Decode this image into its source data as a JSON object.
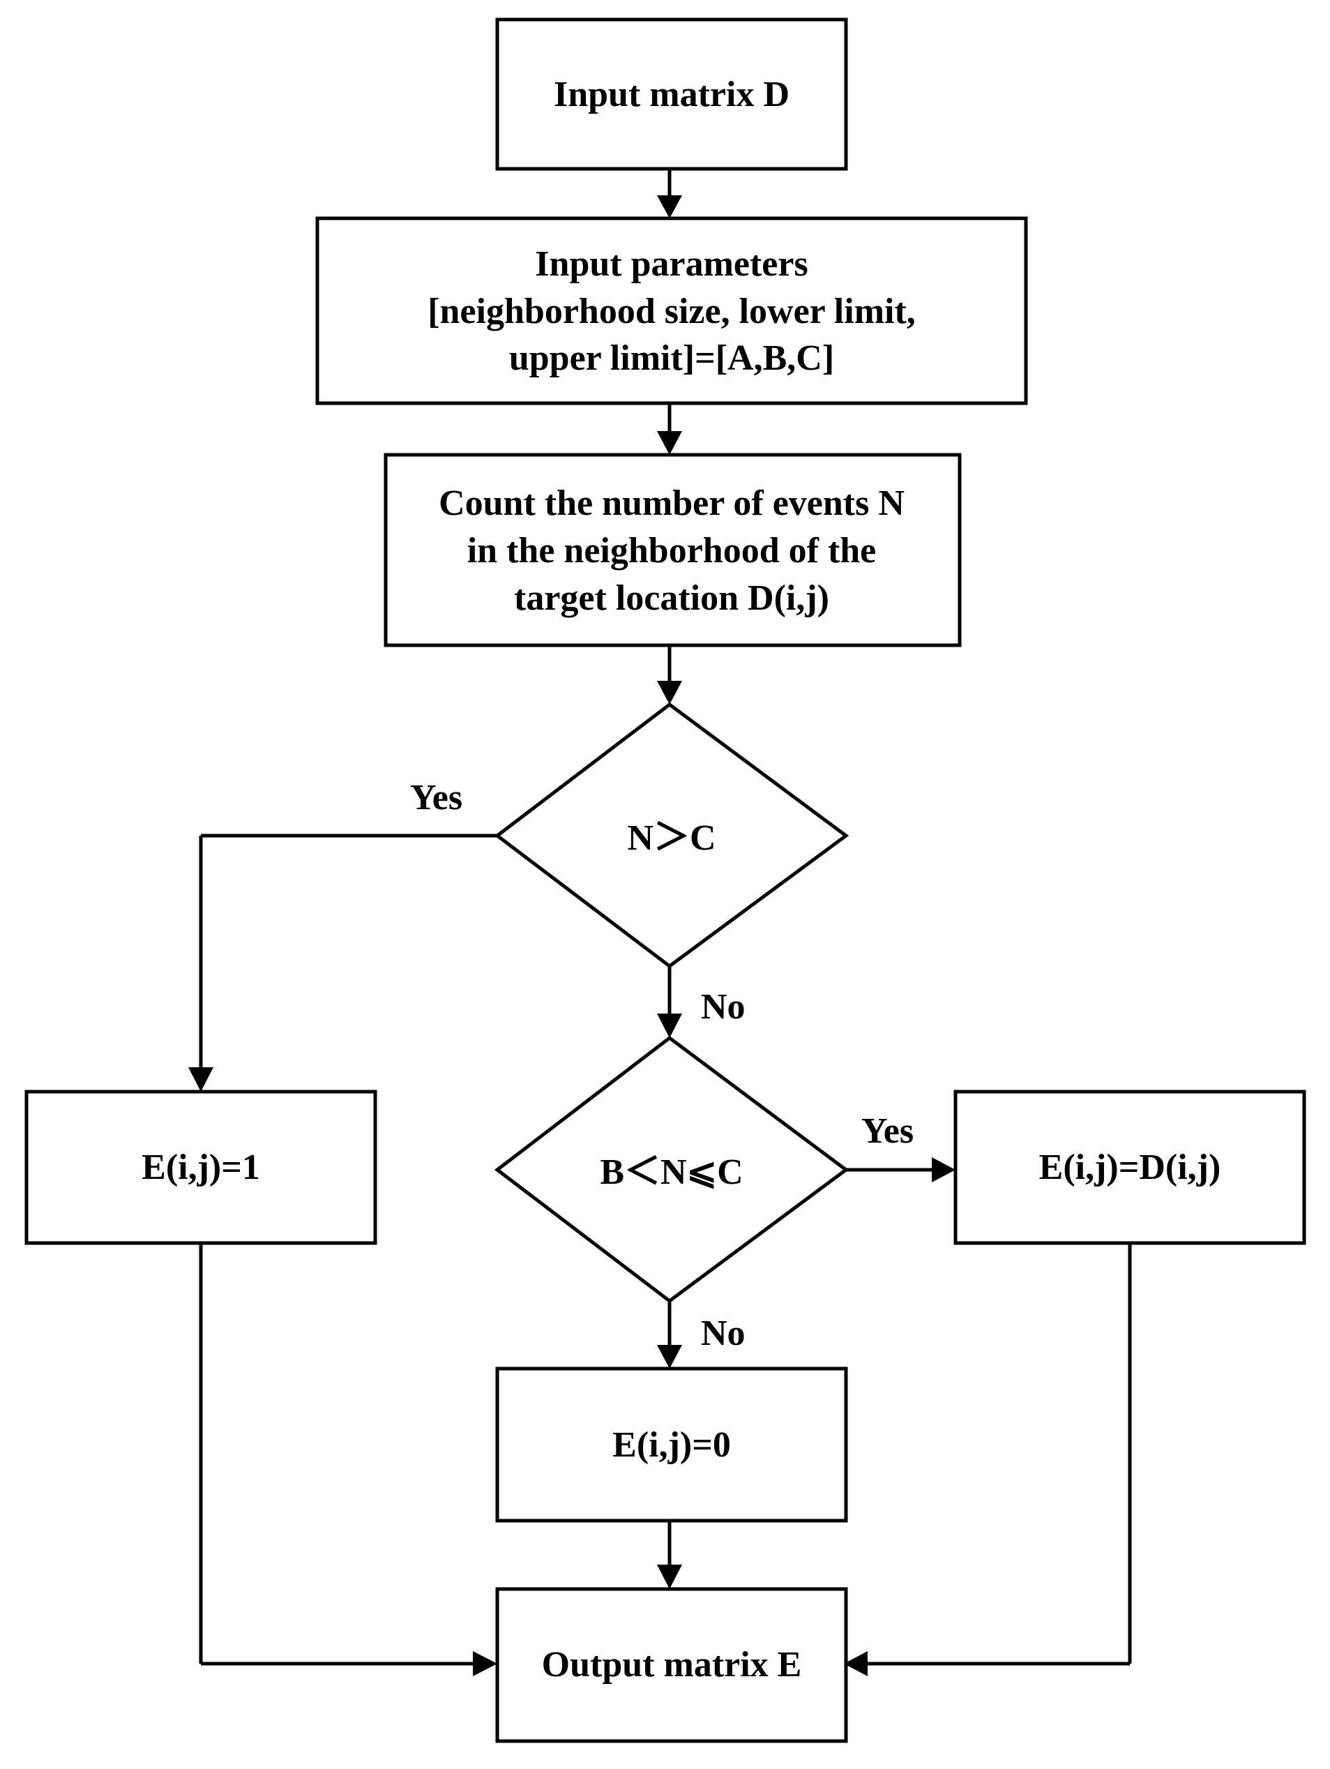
{
  "nodes": {
    "input_matrix": {
      "lines": [
        "Input matrix D"
      ]
    },
    "input_params": {
      "lines": [
        "Input parameters",
        "[neighborhood size, lower limit,",
        "upper limit]=[A,B,C]"
      ]
    },
    "count_events": {
      "lines": [
        "Count the number of events N",
        "in the neighborhood of the",
        "target location D(i,j)"
      ]
    },
    "decision_1": {
      "lines": [
        "N＞C"
      ]
    },
    "decision_2": {
      "lines": [
        "B＜N⩽C"
      ]
    },
    "set_one": {
      "lines": [
        "E(i,j)=1"
      ]
    },
    "set_d": {
      "lines": [
        "E(i,j)=D(i,j)"
      ]
    },
    "set_zero": {
      "lines": [
        "E(i,j)=0"
      ]
    },
    "output_matrix": {
      "lines": [
        "Output matrix E"
      ]
    }
  },
  "edge_labels": {
    "d1_yes": "Yes",
    "d1_no": "No",
    "d2_yes": "Yes",
    "d2_no": "No"
  },
  "colors": {
    "stroke": "#000000",
    "background": "#ffffff"
  }
}
